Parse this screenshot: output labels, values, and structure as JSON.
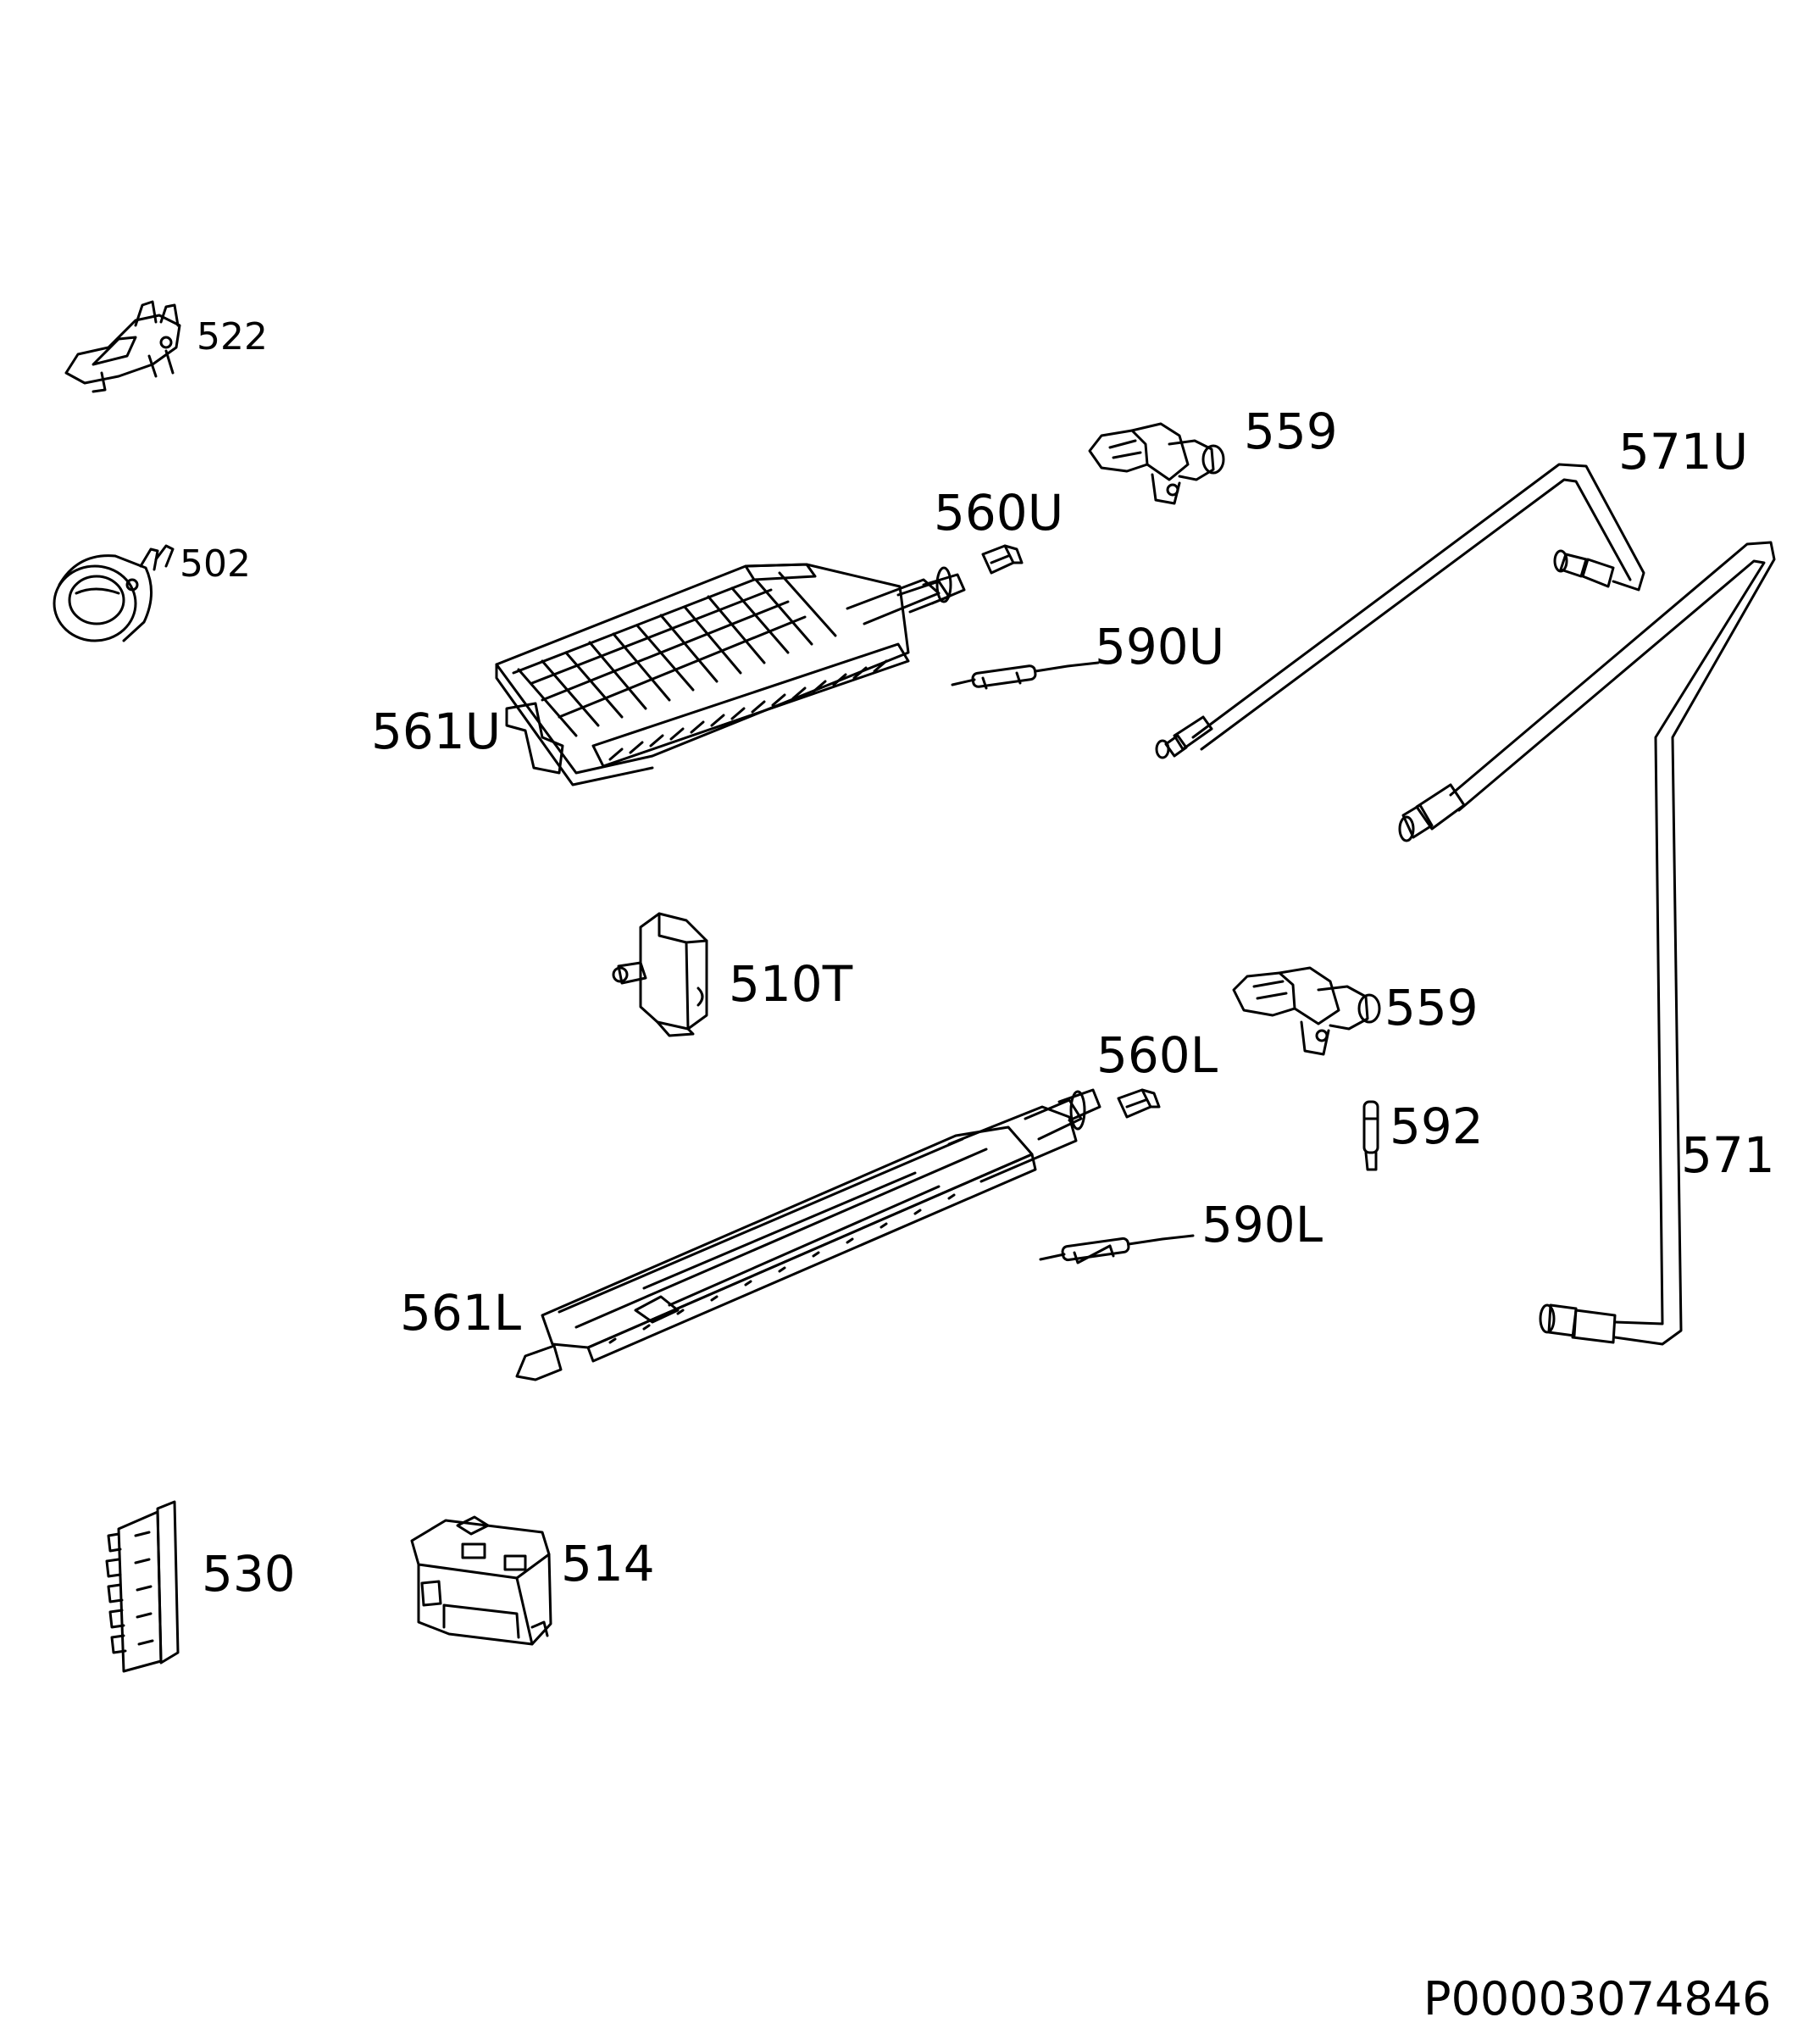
{
  "parts": {
    "p522": "522",
    "p502": "502",
    "p559_upper": "559",
    "p571U": "571U",
    "p560U": "560U",
    "p590U": "590U",
    "p561U": "561U",
    "p510T": "510T",
    "p559_lower": "559",
    "p560L": "560L",
    "p592": "592",
    "p571": "571",
    "p590L": "590L",
    "p561L": "561L",
    "p530": "530",
    "p514": "514"
  },
  "document_id": "P00003074846",
  "colors": {
    "line": "#000000",
    "background": "#ffffff"
  }
}
